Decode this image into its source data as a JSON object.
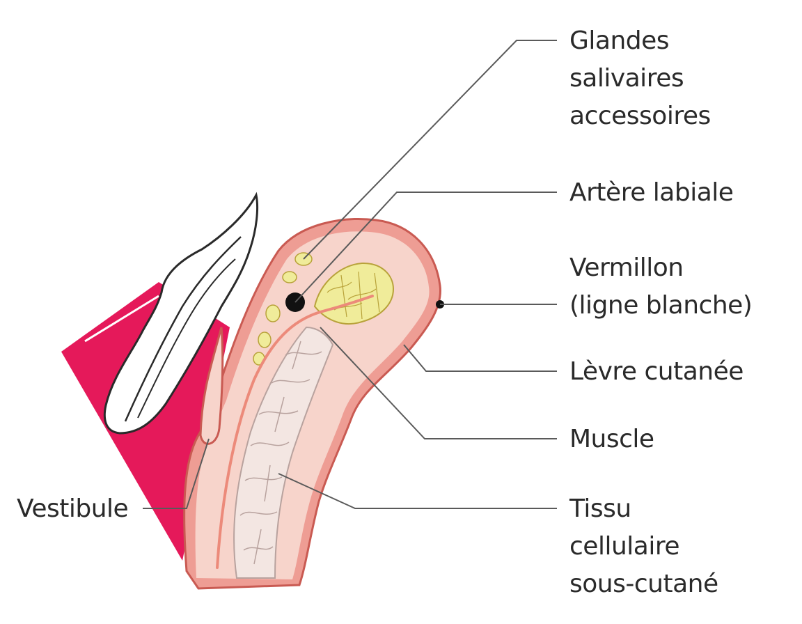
{
  "colors": {
    "gum": "#e5195a",
    "skin": "#f7d4cb",
    "skin_edge": "#c95a52",
    "vermillion": "#ee9d94",
    "gland": "#f0ec9a",
    "artery": "#ec8a7a",
    "tissue": "#f3e6e2",
    "leader": "#5a5a5a"
  },
  "labels": {
    "glandes": [
      "Glandes",
      "salivaires",
      "accessoires"
    ],
    "artere": [
      "Artère labiale"
    ],
    "vermillon": [
      "Vermillon",
      "(ligne blanche)"
    ],
    "levre": [
      "Lèvre cutanée"
    ],
    "muscle": [
      "Muscle"
    ],
    "tissu": [
      "Tissu",
      "cellulaire",
      "sous-cutané"
    ],
    "vestibule": [
      "Vestibule"
    ]
  }
}
